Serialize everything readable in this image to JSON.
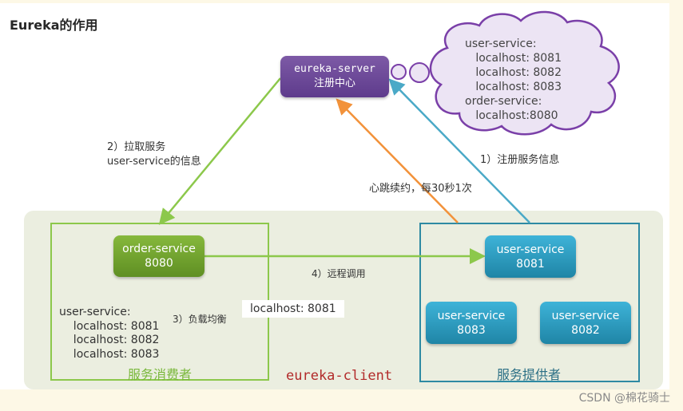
{
  "title": "Eureka的作用",
  "server": {
    "name": "eureka-server",
    "subtitle": "注册中心"
  },
  "cloud": {
    "text": "user-service:\n   localhost: 8081\n   localhost: 8082\n   localhost: 8083\norder-service:\n   localhost:8080"
  },
  "labels": {
    "pull": "2）拉取服务\nuser-service的信息",
    "pull_line1": "2）拉取服务",
    "pull_line2": "user-service的信息",
    "register": "1）注册服务信息",
    "heartbeat": "心跳续约，每30秒1次",
    "remote_call": "4）远程调用",
    "load_balance": "3）负载均衡",
    "selected_host": "localhost: 8081"
  },
  "consumer": {
    "zone_label": "服务消费者",
    "node": {
      "name": "order-service",
      "port": "8080"
    },
    "cached_list": "user-service:\n    localhost: 8081\n    localhost: 8082\n    localhost: 8083"
  },
  "provider": {
    "zone_label": "服务提供者",
    "nodes": [
      {
        "name": "user-service",
        "port": "8081"
      },
      {
        "name": "user-service",
        "port": "8083"
      },
      {
        "name": "user-service",
        "port": "8082"
      }
    ]
  },
  "client_zone_label": "eureka-client",
  "watermark": "CSDN @棉花骑士",
  "colors": {
    "server": "#6a479a",
    "consumer": "#8cc84b",
    "provider": "#2e8aa3",
    "heartbeat": "#f2923a",
    "register": "#4aa9c7",
    "client_label": "#b22a2a",
    "cloud_fill": "#ece4f4",
    "cloud_stroke": "#7a3fa8"
  }
}
